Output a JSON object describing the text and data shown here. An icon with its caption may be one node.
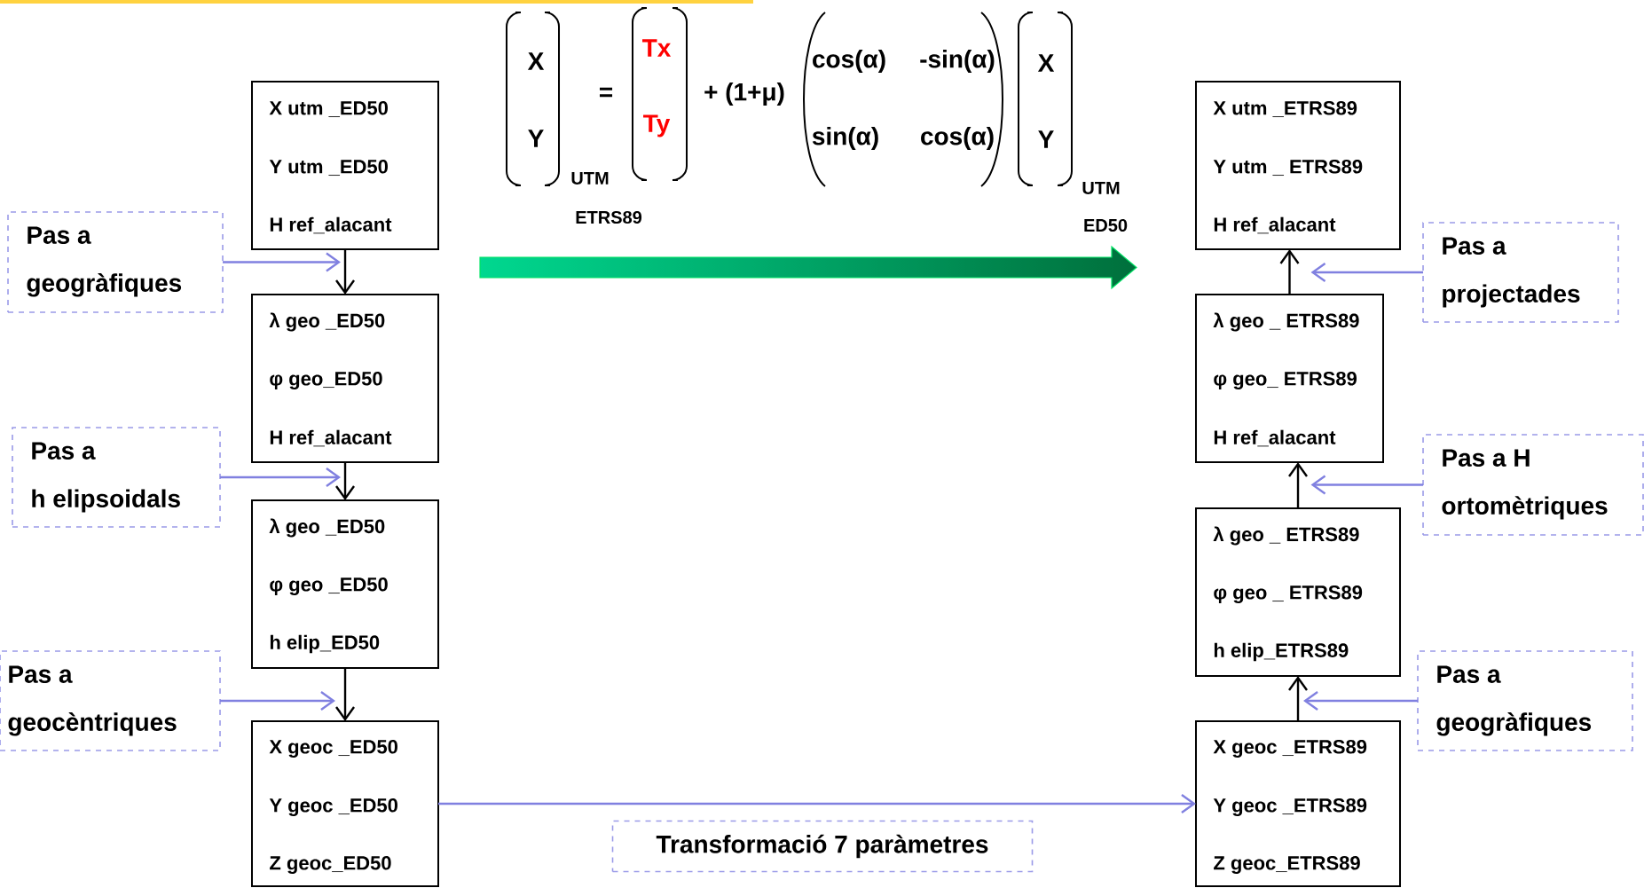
{
  "diagram": {
    "nodes": [
      {
        "text": [
          "X utm _ED50",
          "Y utm _ED50",
          "H ref_alacant"
        ]
      },
      {
        "text": [
          "Pas a geogràfiques"
        ]
      },
      {
        "text": [
          "λ geo _ED50",
          "φ geo_ED50",
          "H ref_alacant"
        ]
      },
      {
        "text": [
          "Pas a h elipsoidals"
        ]
      },
      {
        "text": [
          "λ geo _ED50",
          "φ geo _ED50",
          "h elip_ED50"
        ]
      },
      {
        "text": [
          "Pas a geocèntriques"
        ]
      },
      {
        "text": [
          "X geoc _ED50",
          "Y geoc _ED50",
          "Z geoc_ED50"
        ]
      },
      {
        "text": [
          "X utm _ETRS89",
          "Y utm _ ETRS89",
          "H ref_alacant"
        ]
      },
      {
        "text": [
          "Pas a projectades"
        ]
      },
      {
        "text": [
          "λ geo _ ETRS89",
          "φ geo_ ETRS89",
          "H ref_alacant"
        ]
      },
      {
        "text": [
          "Pas a H ortomètriques"
        ]
      },
      {
        "text": [
          "λ geo _ ETRS89",
          "φ geo _ ETRS89",
          "h elip_ETRS89"
        ]
      },
      {
        "text": [
          "Pas a geogràfiques"
        ]
      },
      {
        "text": [
          "X geoc _ETRS89",
          "Y geoc _ETRS89",
          "Z geoc_ETRS89"
        ]
      },
      {
        "text": [
          "Transformació 7 paràmetres"
        ]
      }
    ],
    "edges": [
      {
        "from": 0,
        "to": 2,
        "arrow": "to",
        "color": "#000000"
      },
      {
        "from": 2,
        "to": 4,
        "arrow": "to",
        "color": "#000000"
      },
      {
        "from": 4,
        "to": 6,
        "arrow": "to",
        "color": "#000000"
      },
      {
        "from": 13,
        "to": 11,
        "arrow": "to",
        "color": "#000000"
      },
      {
        "from": 11,
        "to": 9,
        "arrow": "to",
        "color": "#000000"
      },
      {
        "from": 9,
        "to": 7,
        "arrow": "to",
        "color": "#000000"
      },
      {
        "from": 6,
        "to": 13,
        "arrow": "to",
        "color": "#8080e0"
      },
      {
        "from": 1,
        "to": 0,
        "arrow": "to",
        "color": "#8080e0"
      },
      {
        "from": 3,
        "to": 2,
        "arrow": "to",
        "color": "#8080e0"
      },
      {
        "from": 5,
        "to": 6,
        "arrow": "to",
        "color": "#8080e0"
      },
      {
        "from": 8,
        "to": 9,
        "arrow": "to",
        "color": "#8080e0"
      },
      {
        "from": 10,
        "to": 9,
        "arrow": "to",
        "color": "#8080e0"
      },
      {
        "from": 12,
        "to": 13,
        "arrow": "to",
        "color": "#8080e0"
      }
    ],
    "labels": [
      "X",
      "Y",
      "UTM",
      "ETRS89",
      "=",
      "Tx",
      "Ty",
      "+ (1+μ)",
      "cos(α)",
      "-sin(α)",
      "sin(α)",
      "cos(α)",
      "X",
      "Y",
      "UTM",
      "ED50"
    ]
  }
}
